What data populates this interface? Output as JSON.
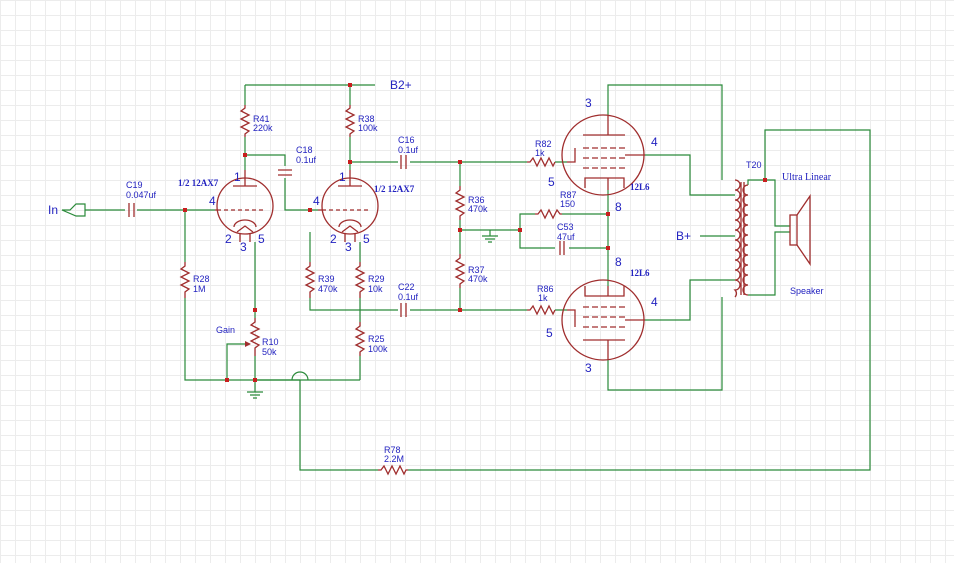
{
  "input_label": "In",
  "b2plus": "B2+",
  "bplus": "B+",
  "ground": "ground",
  "tubes": {
    "v1": {
      "name": "1/2 12AX7",
      "pins": {
        "plate": "1",
        "grid": "4",
        "cathode": "3",
        "heater_a": "2",
        "heater_b": "5"
      }
    },
    "v2": {
      "name": "1/2 12AX7",
      "pins": {
        "plate": "1",
        "grid": "4",
        "cathode": "3",
        "heater_a": "2",
        "heater_b": "5"
      }
    },
    "v3": {
      "name": "12L6",
      "pins": {
        "plate": "3",
        "screen": "4",
        "grid": "5",
        "cathode": "8"
      }
    },
    "v4": {
      "name": "12L6",
      "pins": {
        "plate": "3",
        "screen": "4",
        "grid": "5",
        "cathode": "8"
      }
    }
  },
  "components": {
    "C19": {
      "ref": "C19",
      "value": "0.047uf"
    },
    "R28": {
      "ref": "R28",
      "value": "1M"
    },
    "R41": {
      "ref": "R41",
      "value": "220k"
    },
    "C18": {
      "ref": "C18",
      "value": "0.1uf"
    },
    "R10": {
      "ref": "R10",
      "value": "50k",
      "label": "Gain"
    },
    "R39": {
      "ref": "R39",
      "value": "470k"
    },
    "R38": {
      "ref": "R38",
      "value": "100k"
    },
    "R29": {
      "ref": "R29",
      "value": "10k"
    },
    "R25": {
      "ref": "R25",
      "value": "100k"
    },
    "C16": {
      "ref": "C16",
      "value": "0.1uf"
    },
    "C22": {
      "ref": "C22",
      "value": "0.1uf"
    },
    "R36": {
      "ref": "R36",
      "value": "470k"
    },
    "R37": {
      "ref": "R37",
      "value": "470k"
    },
    "R82": {
      "ref": "R82",
      "value": "1k"
    },
    "R86": {
      "ref": "R86",
      "value": "1k"
    },
    "R87": {
      "ref": "R87",
      "value": "150"
    },
    "C53": {
      "ref": "C53",
      "value": "47uf"
    },
    "R78": {
      "ref": "R78",
      "value": "2.2M"
    }
  },
  "transformer": {
    "ref": "T20",
    "label": "Ultra Linear"
  },
  "speaker": {
    "label": "Speaker"
  }
}
